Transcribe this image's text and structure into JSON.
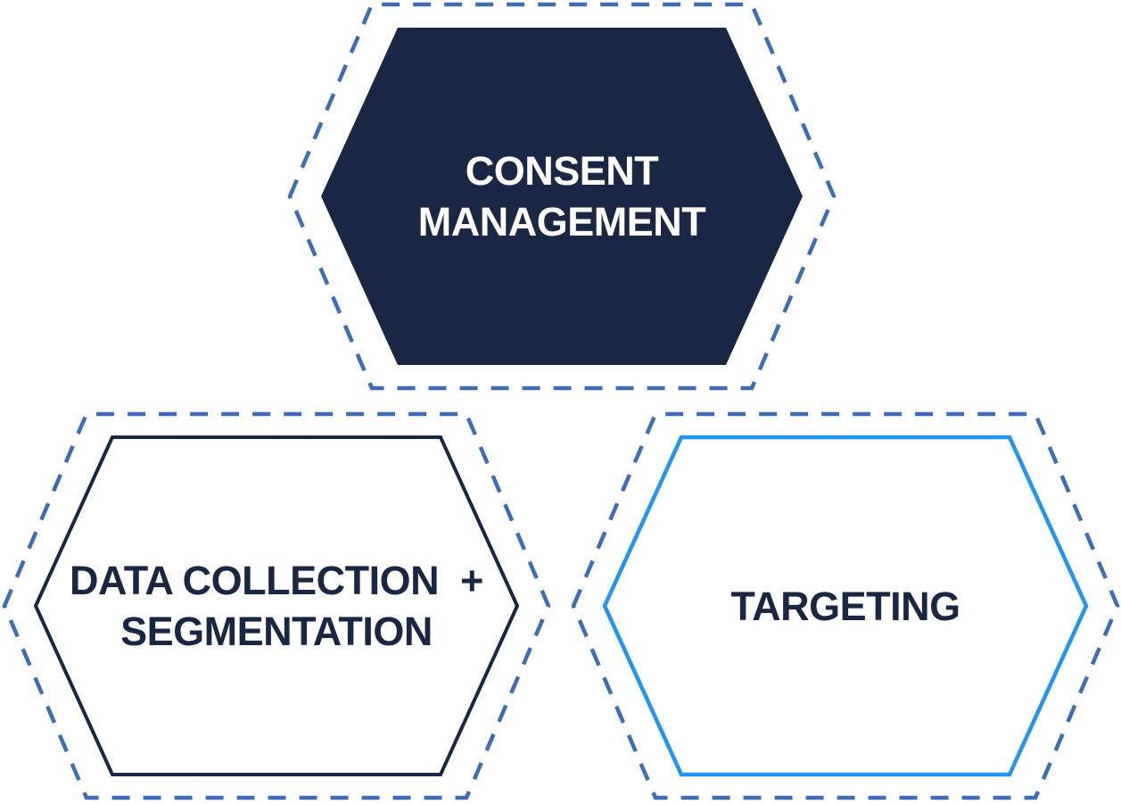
{
  "diagram": {
    "type": "hexagon-venn-style-diagram",
    "hexagons": [
      {
        "id": "consent-management",
        "label": "CONSENT\nMANAGEMENT",
        "style": "filled-navy",
        "text_color": "#ffffff"
      },
      {
        "id": "data-collection-segmentation",
        "label": "DATA COLLECTION  +\nSEGMENTATION",
        "style": "outlined-navy",
        "text_color": "#1a2744"
      },
      {
        "id": "targeting",
        "label": "TARGETING",
        "style": "outlined-bright-blue",
        "text_color": "#1a2744"
      }
    ],
    "colors": {
      "navy": "#1a2744",
      "dash_blue": "#3d6db8",
      "bright_blue": "#2095f2",
      "background": "#ffffff"
    }
  }
}
